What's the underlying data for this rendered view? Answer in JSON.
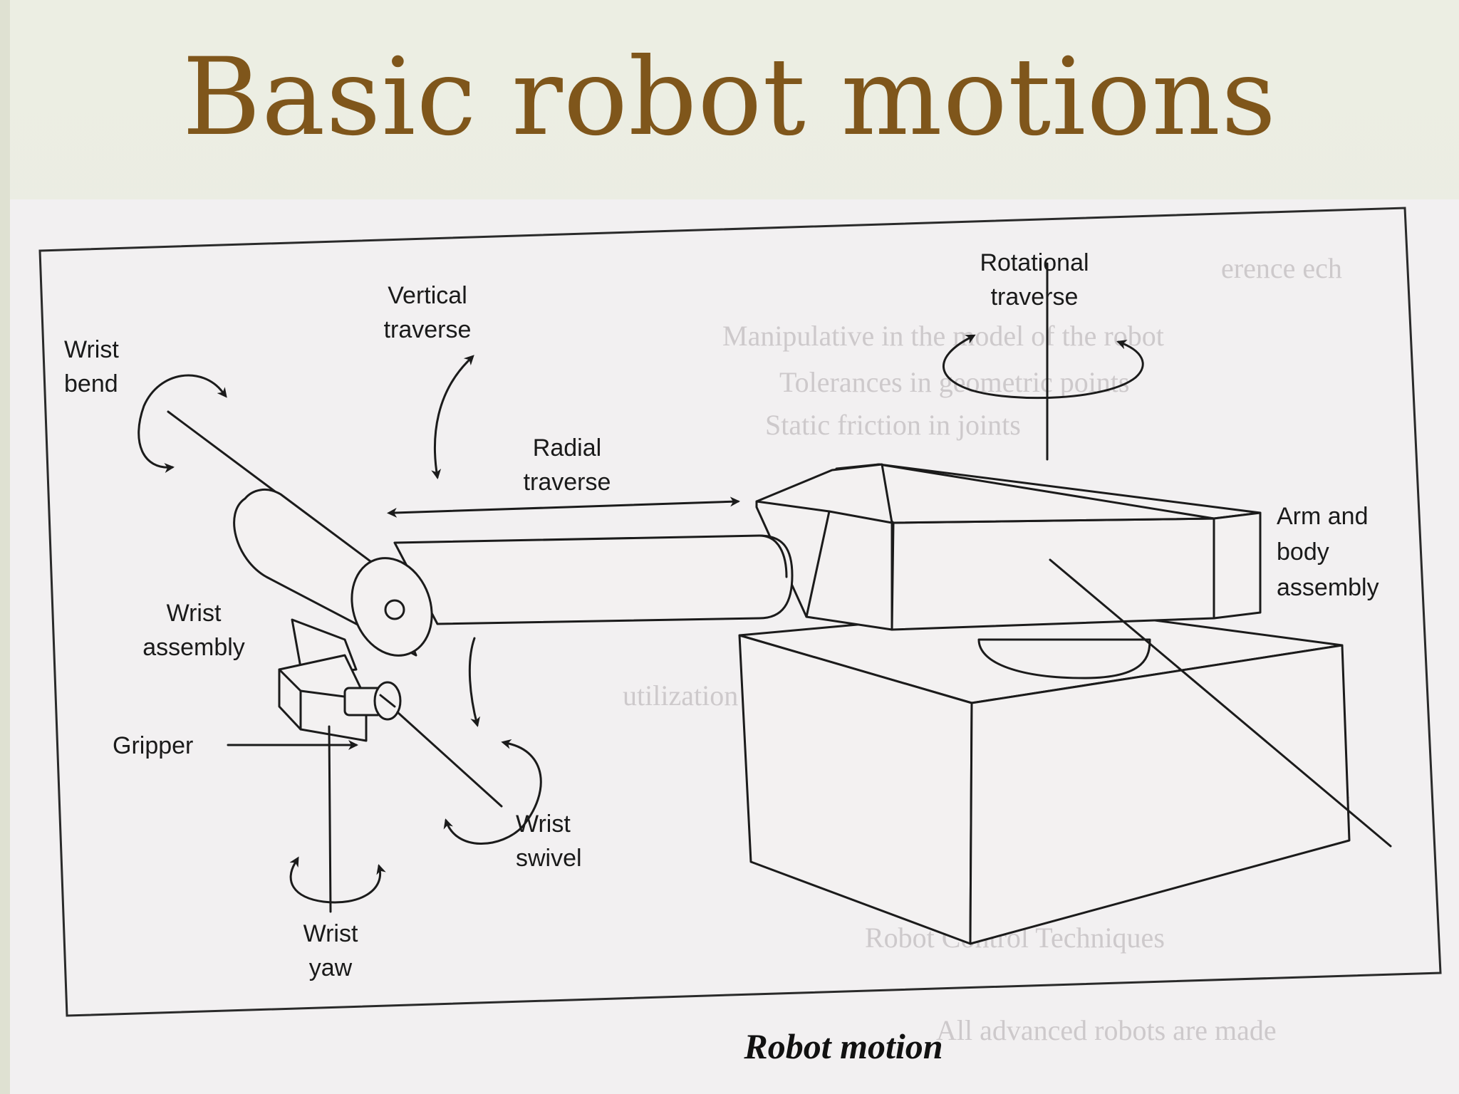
{
  "slide": {
    "title": "Basic robot motions"
  },
  "figure": {
    "caption": "Robot motion",
    "labels": {
      "wrist_bend": [
        "Wrist",
        "bend"
      ],
      "vertical_traverse": [
        "Vertical",
        "traverse"
      ],
      "rotational_traverse": [
        "Rotational",
        "traverse"
      ],
      "radial_traverse": [
        "Radial",
        "traverse"
      ],
      "arm_body_assembly": [
        "Arm and",
        "body",
        "assembly"
      ],
      "wrist_assembly": [
        "Wrist",
        "assembly"
      ],
      "gripper": "Gripper",
      "wrist_swivel": [
        "Wrist",
        "swivel"
      ],
      "wrist_yaw": [
        "Wrist",
        "yaw"
      ]
    }
  },
  "colors": {
    "title": "#7f561b",
    "slide_background": "#eceee3",
    "scan_paper": "#f2f0f1",
    "ink": "#1b1b1b"
  }
}
